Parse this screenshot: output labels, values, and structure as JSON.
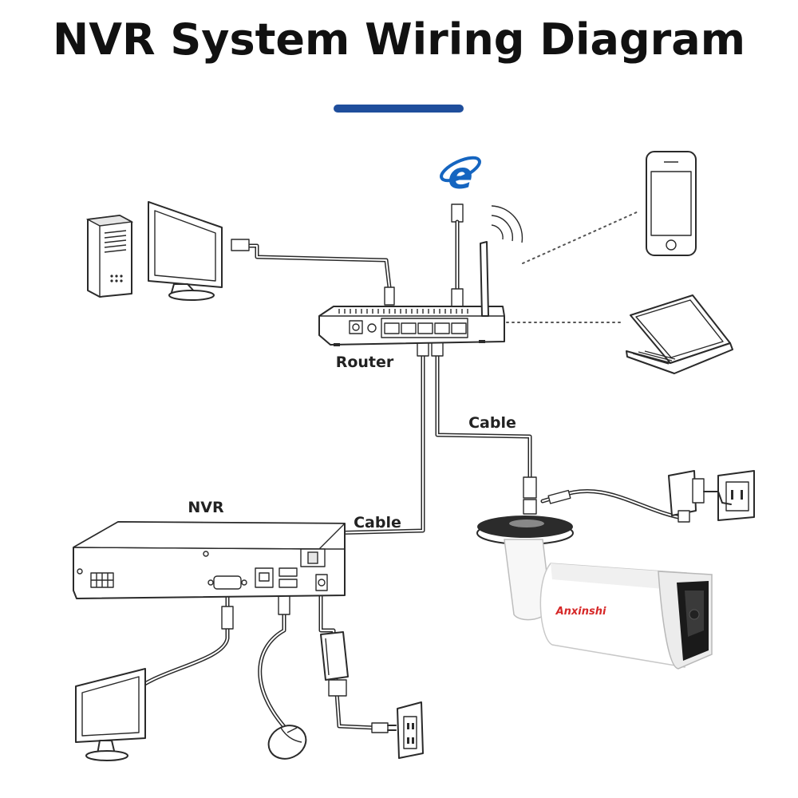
{
  "title": "NVR System Wiring Diagram",
  "labels": {
    "router": "Router",
    "nvr": "NVR",
    "cable_router_nvr": "Cable",
    "cable_router_camera": "Cable",
    "camera_brand": "Anxinshi"
  },
  "icons": {
    "browser": "internet-explorer-icon",
    "wifi": "wifi-signal-icon",
    "smartphone": "smartphone-icon",
    "laptop": "laptop-icon",
    "desktop": "desktop-computer-icon",
    "monitor": "monitor-icon",
    "mouse": "mouse-icon",
    "power_outlet": "power-outlet-icon",
    "power_adapter": "power-adapter-icon",
    "camera": "bullet-camera-icon"
  },
  "colors": {
    "accent": "#1f4e9c",
    "browser_blue": "#1565c0",
    "brand_red": "#d62828",
    "brand_orange": "#f0a020",
    "line": "#2a2a2a"
  }
}
